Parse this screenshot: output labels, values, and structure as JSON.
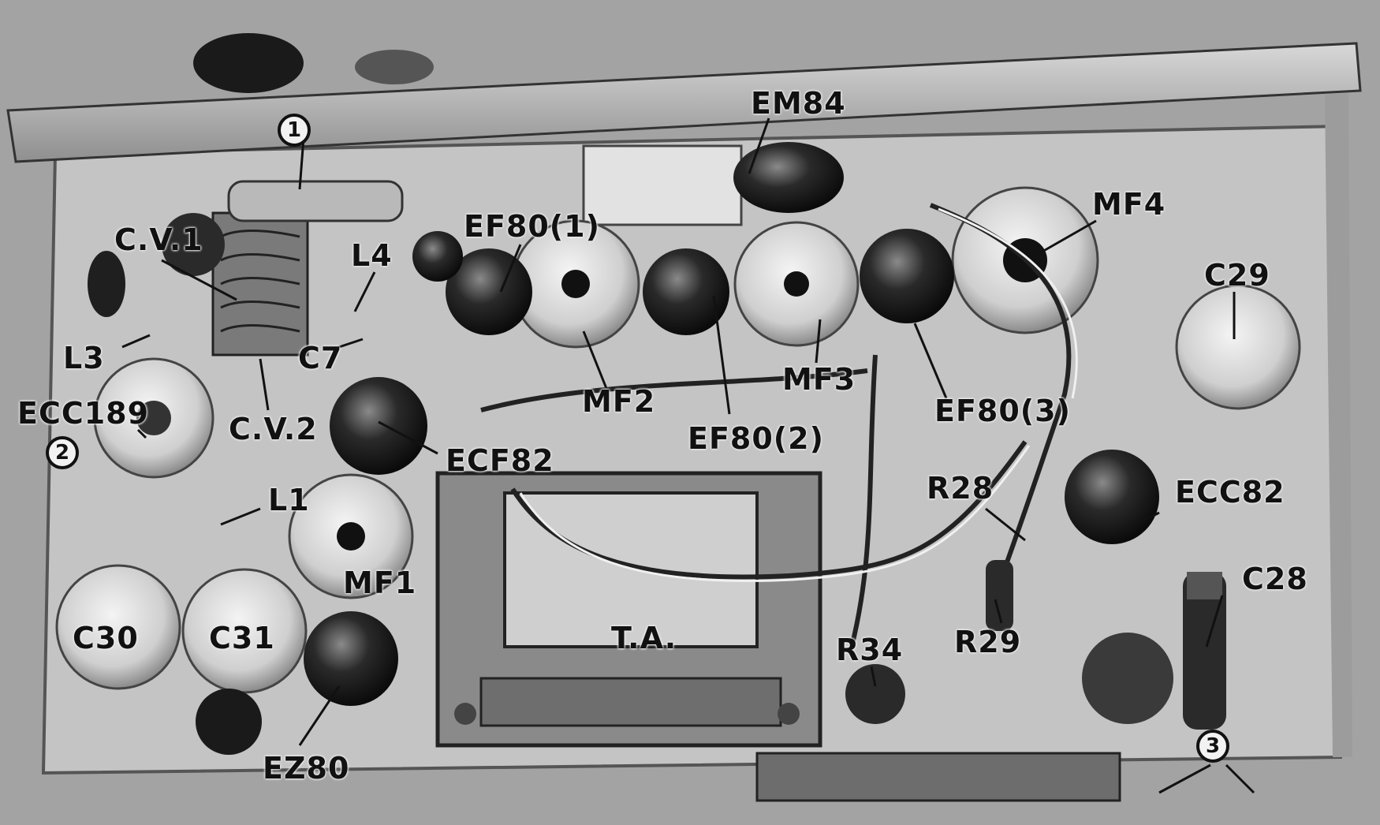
{
  "callouts": {
    "c1": "1",
    "c2": "2",
    "c3": "3"
  },
  "labels": {
    "em84": "EM84",
    "cv1": "C.V.1",
    "l4": "L4",
    "ef80_1": "EF80(1)",
    "mf4": "MF4",
    "c29": "C29",
    "l3": "L3",
    "c7": "C7",
    "mf3": "MF3",
    "ecc189": "ECC189",
    "mf2": "MF2",
    "ef80_3": "EF80(3)",
    "cv2": "C.V.2",
    "ef80_2": "EF80(2)",
    "ecf82": "ECF82",
    "r28": "R28",
    "ecc82": "ECC82",
    "l1": "L1",
    "mf1": "MF1",
    "c28": "C28",
    "c30": "C30",
    "c31": "C31",
    "ta": "T.A.",
    "r34": "R34",
    "r29": "R29",
    "ez80": "EZ80"
  },
  "colors": {
    "background": "#9a9a9a",
    "chassis": "#c9c9c9",
    "label_text": "#111111"
  }
}
